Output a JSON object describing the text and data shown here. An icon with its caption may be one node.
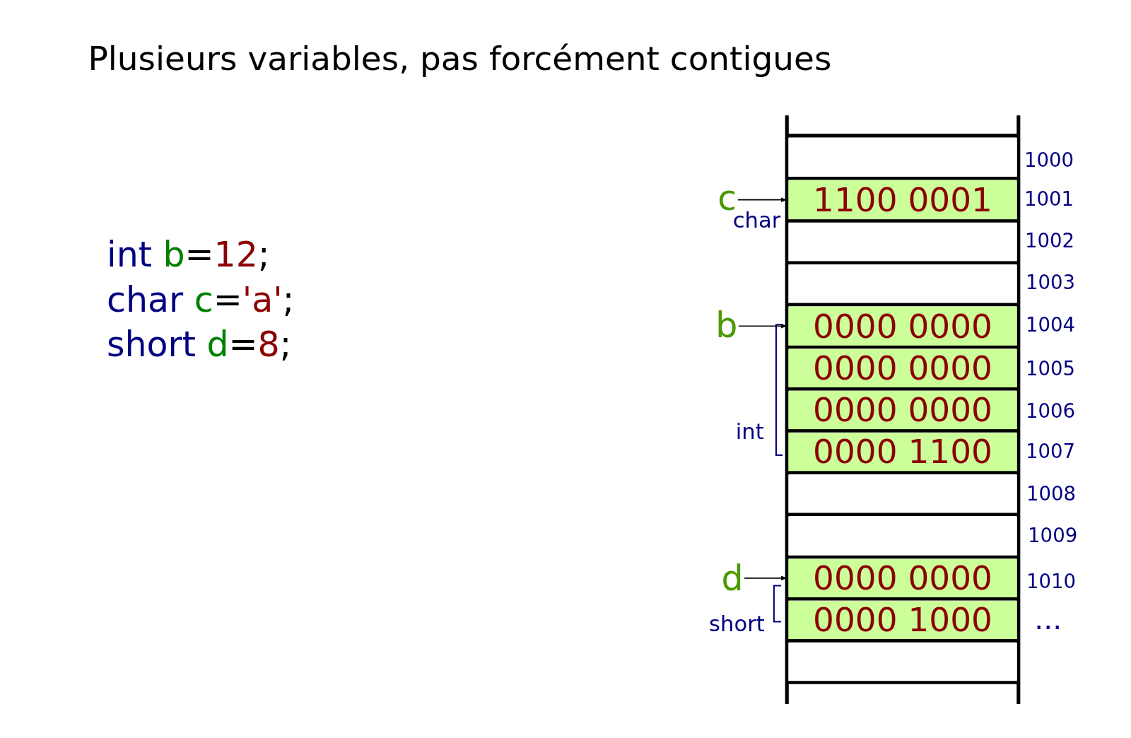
{
  "diagram": {
    "title": "Plusieurs variables, pas forcément contigues",
    "nodes": [
      {
        "text": [],
        "shape": "box"
      },
      {
        "text": [
          "1100 0001"
        ]
      },
      {
        "text": [],
        "shape": "box"
      },
      {
        "text": [],
        "shape": "box"
      },
      {
        "text": [
          "0000 0000"
        ]
      },
      {
        "text": [
          "0000 0000"
        ]
      },
      {
        "text": [
          "0000 0000"
        ]
      },
      {
        "text": [
          "0000 1100"
        ]
      },
      {
        "text": [],
        "shape": "box"
      },
      {
        "text": [],
        "shape": "box"
      },
      {
        "text": [
          "0000 0000"
        ]
      },
      {
        "text": [
          "0000 1000"
        ]
      },
      {
        "text": [],
        "shape": "box"
      },
      {
        "text": [
          "c"
        ]
      },
      {
        "text": [
          "b"
        ]
      },
      {
        "text": [
          "d"
        ]
      }
    ],
    "edges": [
      {
        "from": 13,
        "to": 1,
        "arrow": "to"
      },
      {
        "from": 14,
        "to": 4,
        "arrow": "to"
      },
      {
        "from": 15,
        "to": 10,
        "arrow": "to"
      }
    ],
    "labels": [
      "int b=12;",
      "char c='a';",
      "short d=8;",
      "1000",
      "1001",
      "char",
      "1002",
      "1003",
      "1004",
      "1005",
      "1006",
      "int",
      "1007",
      "1008",
      "1009",
      "1010",
      "short",
      "..."
    ]
  }
}
